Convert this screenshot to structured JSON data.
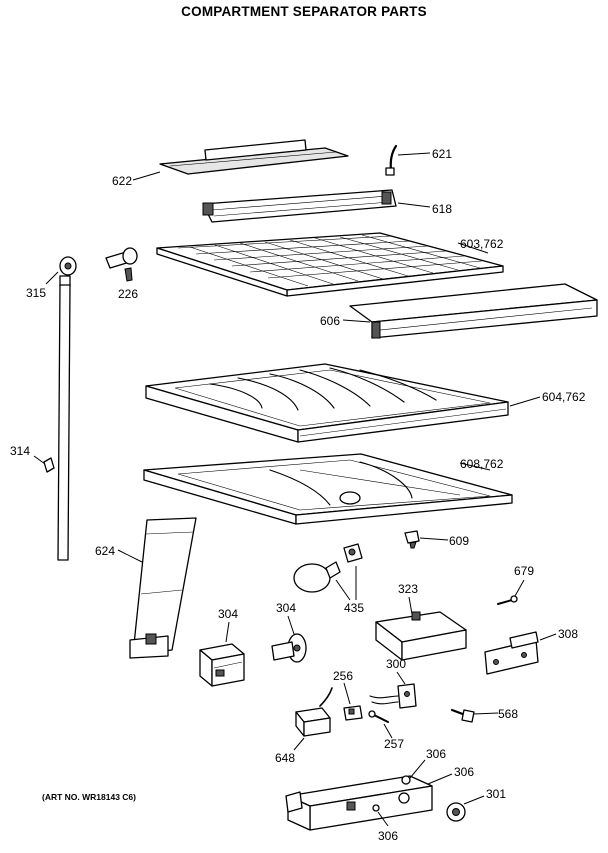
{
  "title": "COMPARTMENT SEPARATOR PARTS",
  "art_number": "(ART NO. WR18143 C6)",
  "callouts": {
    "p621": "621",
    "p622": "622",
    "p618": "618",
    "p603": "603,762",
    "p226": "226",
    "p315": "315",
    "p606": "606",
    "p604": "604,762",
    "p314": "314",
    "p608": "608,762",
    "p609": "609",
    "p624": "624",
    "p679": "679",
    "p323": "323",
    "p435": "435",
    "p304a": "304",
    "p304b": "304",
    "p308": "308",
    "p300": "300",
    "p256": "256",
    "p568": "568",
    "p257": "257",
    "p648": "648",
    "p306a": "306",
    "p306b": "306",
    "p306c": "306",
    "p301": "301"
  }
}
